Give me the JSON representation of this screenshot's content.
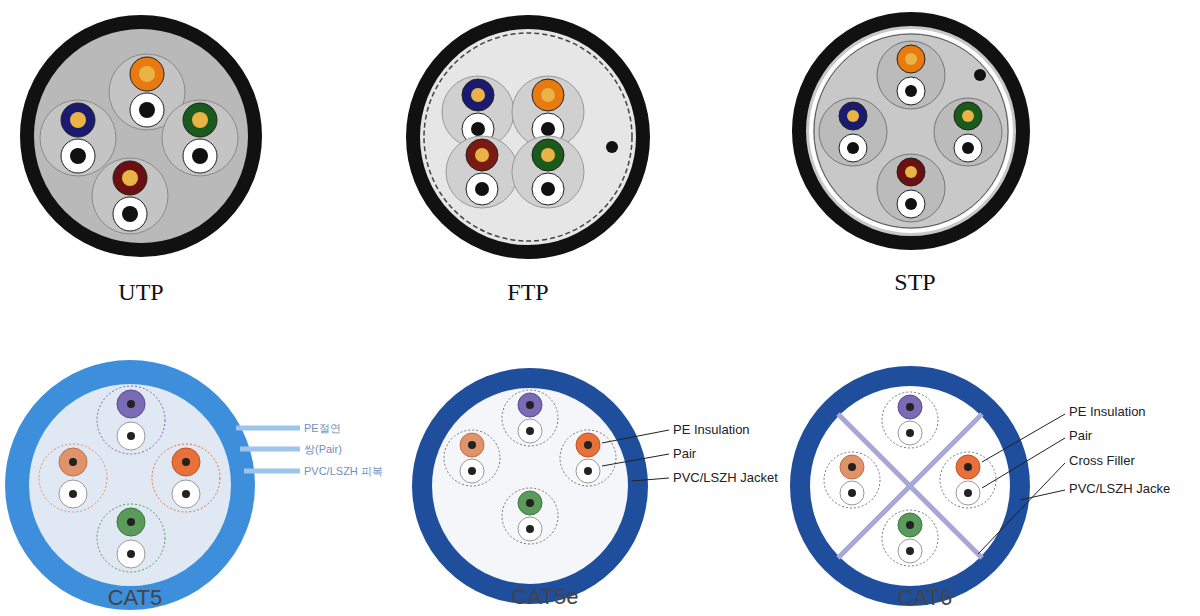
{
  "diagram": {
    "labels": [
      "UTP",
      "FTP",
      "STP",
      "CAT5",
      "PE절연",
      "쌍(Pair)",
      "PVC/LSZH 피복",
      "CAT5e",
      "PE Insulation",
      "Pair",
      "PVC/LSZH Jacket",
      "CAT6",
      "PE Insulation",
      "Pair",
      "Cross Filler",
      "PVC/LSZH Jacke"
    ]
  }
}
